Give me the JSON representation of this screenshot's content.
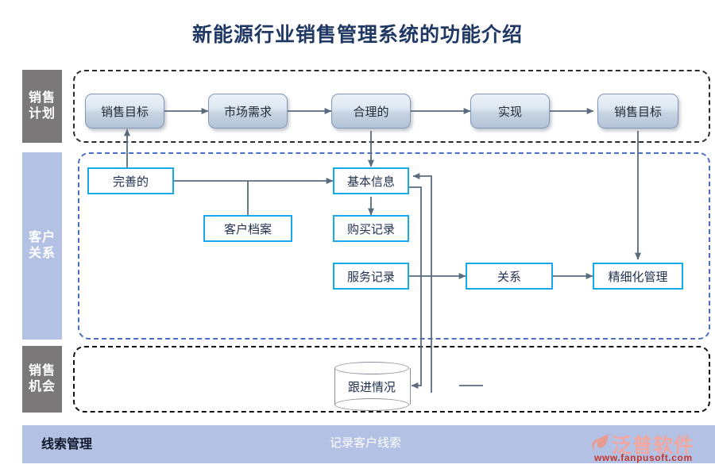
{
  "page": {
    "title": "新能源行业销售管理系统的功能介绍",
    "accent_cyan": "#17a9e8",
    "accent_navy": "#1f3864",
    "band_gray": "#7b7879",
    "band_blue": "#b3c2e4",
    "connector_gray": "#5a6b80",
    "watermark": "泛普软件"
  },
  "bands": [
    {
      "label": "销售\n计划",
      "label_line1": "销售",
      "label_line2": "计划",
      "style": "gray"
    },
    {
      "label": "客户\n关系",
      "label_line1": "客户",
      "label_line2": "关系",
      "style": "blue"
    },
    {
      "label": "销售\n机会",
      "label_line1": "销售",
      "label_line2": "机会",
      "style": "gray"
    }
  ],
  "sections": {
    "sales_plan": {
      "nodes": [
        {
          "label": "销售目标"
        },
        {
          "label": "市场需求"
        },
        {
          "label": "合理的"
        },
        {
          "label": "实现"
        },
        {
          "label": "销售目标"
        }
      ]
    },
    "customer_relations": {
      "nodes": [
        {
          "label": "完善的"
        },
        {
          "label": "客户档案"
        },
        {
          "label": "基本信息"
        },
        {
          "label": "购买记录"
        },
        {
          "label": "服务记录"
        },
        {
          "label": "关系"
        },
        {
          "label": "精细化管理"
        }
      ]
    },
    "sales_opportunity": {
      "nodes": [
        {
          "label": "跟进情况"
        }
      ]
    }
  },
  "footer": {
    "left_label": "线索管理",
    "center_label": "记录客户线索"
  },
  "logo": {
    "name": "泛普软件",
    "url": "www.fanpusoft.com"
  }
}
